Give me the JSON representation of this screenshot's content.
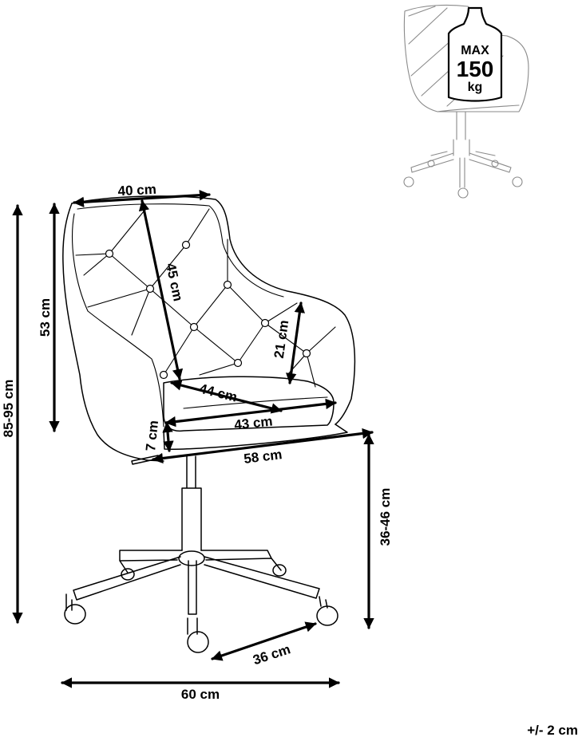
{
  "dimensions": {
    "seat_back_width": "40 cm",
    "backrest_height": "45 cm",
    "armrest_height": "21 cm",
    "seat_depth": "44 cm",
    "seat_width": "43 cm",
    "seat_thickness": "7 cm",
    "total_width": "58 cm",
    "backrest_from_seat": "53 cm",
    "total_height": "85-95 cm",
    "seat_height": "36-46 cm",
    "caster_spacing": "36 cm",
    "base_width": "60 cm"
  },
  "load_badge": {
    "max_label": "MAX",
    "value": "150",
    "unit": "kg"
  },
  "tolerance": "+/- 2 cm",
  "colors": {
    "line": "#000000",
    "thumbnail_line": "#8a8a8a",
    "background": "#ffffff"
  }
}
